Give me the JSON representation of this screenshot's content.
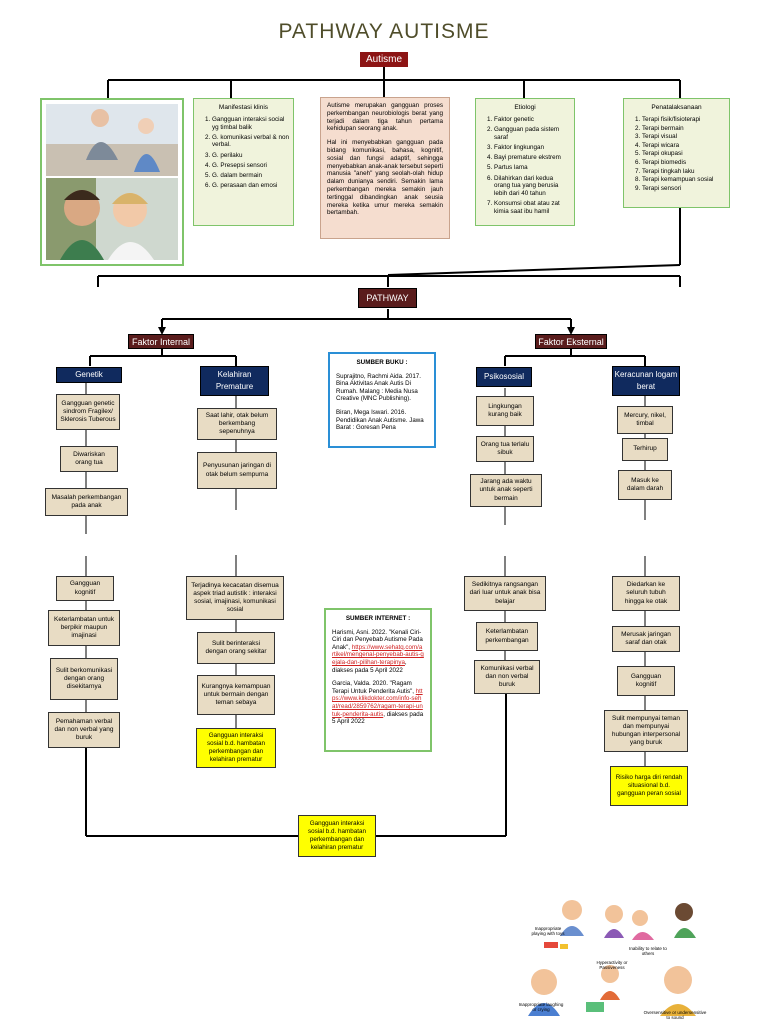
{
  "title": "PATHWAY AUTISME",
  "autisme_label": "Autisme",
  "pathway_label": "PATHWAY",
  "manifestasi": {
    "heading": "Manifestasi klinis",
    "items": [
      "Gangguan interaksi social yg timbal balik",
      "G. komunikasi verbal & non verbal.",
      "G. perilaku",
      "G. Presepsi sensori",
      "G. dalam bermain",
      "G. perasaan dan emosi"
    ]
  },
  "definition": {
    "p1": "Autisme merupakan gangguan proses perkembangan neurobiologis berat yang terjadi dalam tiga tahun pertama kehidupan seorang anak.",
    "p2": "Hal ini menyebabkan gangguan pada bidang komunikasi, bahasa, kognitif, sosial dan fungsi adaptif, sehingga menyebabkan anak-anak tersebut seperti manusia \"aneh\" yang seolah-olah hidup dalam dunianya sendiri. Semakin lama perkembangan mereka semakin jauh tertinggal dibandingkan anak seusia mereka ketika umur mereka semakin bertambah."
  },
  "etiologi": {
    "heading": "Etiologi",
    "items": [
      "Faktor genetic",
      "Gangguan pada sistem saraf",
      "Faktor lingkungan",
      "Bayi premature ekstrem",
      "Partus lama",
      "Dilahirkan dari kedua orang tua yang berusia lebih dari 40 tahun",
      "Konsumsi obat atau zat kimia saat ibu hamil"
    ]
  },
  "penatalaksanaan": {
    "heading": "Penatalaksanaan",
    "items": [
      "Terapi fisik/fisioterapi",
      "Terapi bermain",
      "Terapi visual",
      "Terapi wicara",
      "Terapi okupasi",
      "Terapi biomedis",
      "Terapi tingkah laku",
      "Terapi kemampuan sosial",
      "Terapi sensori"
    ]
  },
  "faktor_internal": "Faktor Internal",
  "faktor_eksternal": "Faktor Eksternal",
  "genetik": {
    "label": "Genetik",
    "boxes": [
      "Gangguan genetic sindrom Fragilex/ Sklerosis Tuberous",
      "Diwariskan orang tua",
      "Masalah perkembangan pada anak"
    ]
  },
  "kelahiran": {
    "label": "Kelahiran Premature",
    "boxes": [
      "Saat lahir, otak belum berkembang sepenuhnya",
      "Penyusunan jaringan di otak belum sempurna"
    ]
  },
  "psikososial": {
    "label": "Psikososial",
    "boxes": [
      "Lingkungan kurang baik",
      "Orang tua terlalu sibuk",
      "Jarang ada waktu untuk anak seperti bermain"
    ]
  },
  "keracunan": {
    "label": "Keracunan logam berat",
    "boxes": [
      "Mercury, nikel, timbal",
      "Terhirup",
      "Masuk ke dalam darah"
    ]
  },
  "sumber_buku": {
    "heading": "SUMBER BUKU :",
    "ref1": "Suprajitno, Rachmi Aida. 2017. Bina Aktivitas Anak Autis Di Rumah. Malang : Media Nusa Creative (MNC Publishing).",
    "ref2": "Biran, Mega Iswari. 2016. Pendidikan Anak Autisme. Jawa Barat : Goresan Pena"
  },
  "sumber_internet": {
    "heading": "SUMBER INTERNET :",
    "ref1_text": "Harismi, Asni. 2022. \"Kenali Ciri-Ciri dan Penyebab Autisme Pada Anak\",",
    "ref1_link": "https://www.sehatq.com/artikel/mengenal-penyebab-autis-gejala-dan-pilihan-terapinya",
    "ref1_date": ", diakses pada 5 April 2022",
    "ref2_text": "Garcia, Valda. 2020. \"Ragam Terapi Untuk Penderita Autis\",",
    "ref2_link": "https://www.klikdokter.com/info-sehat/read/2859762/ragam-terapi-untuk-penderita-autis",
    "ref2_date": ", diakses pada 5 April 2022"
  },
  "col1_lower": [
    "Gangguan kognitif",
    "Keterlambatan untuk berpikir maupun imajinasi",
    "Sulit berkomunikasi dengan orang disekitarnya",
    "Pemahaman verbal dan non verbal yang buruk"
  ],
  "col2_lower": [
    "Terjadinya kecacatan disemua aspek triad autistik : interaksi sosial, imajinasi, komunikasi sosial",
    "Sulit berinteraksi dengan orang sekitar",
    "Kurangnya kemampuan untuk bermain dengan teman sebaya"
  ],
  "col2_diag": "Gangguan interaksi sosial b.d. hambatan perkembangan dan kelahiran prematur",
  "col3_lower": [
    "Sedikitnya rangsangan dari luar untuk anak bisa belajar",
    "Keterlambatan perkembangan",
    "Komunikasi verbal dan non verbal buruk"
  ],
  "col4_lower": [
    "Diedarkan ke seluruh tubuh hingga ke otak",
    "Merusak jaringan saraf dan otak",
    "Gangguan kognitif",
    "Sulit mempunyai teman dan mempunyai hubungan interpersonal yang buruk"
  ],
  "col4_diag": "Risiko harga diri rendah situasional b.d. gangguan peran sosial",
  "bottom_diag": "Gangguan interaksi sosial b.d. hambatan perkembangan dan kelahiran prematur",
  "illustration_captions": [
    "Inappropriate playing with toys",
    "Inability to relate to others",
    "Hyperactivity or Passiveness",
    "Inappropriate laughing or crying",
    "Oversensitive or undersensitive to sound"
  ],
  "colors": {
    "title": "#4f4d2a",
    "autisme_box": "#8c1414",
    "dark_box": "#5a1c1c",
    "navy_box": "#102a5e",
    "tan_box": "#e8dcc4",
    "yellow": "#ffff00",
    "green_border": "#7fc46a",
    "blue_border": "#2a8fd6"
  }
}
